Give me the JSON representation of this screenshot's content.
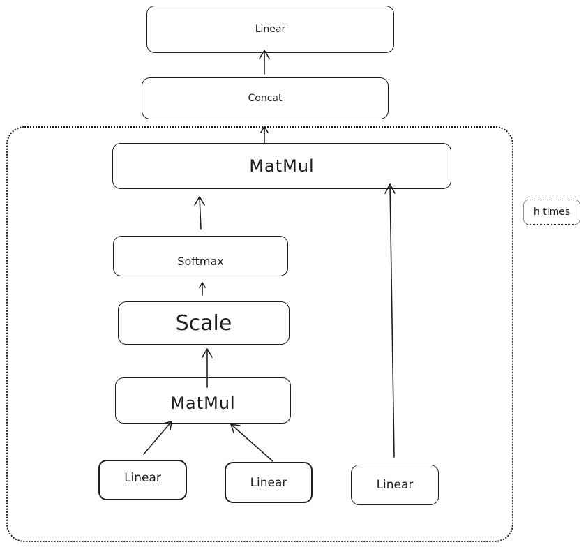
{
  "diagram": {
    "output_linear": {
      "label": "Linear"
    },
    "concat": {
      "label": "Concat"
    },
    "outer_matmul": {
      "label": "MatMul"
    },
    "softmax": {
      "label": "Softmax"
    },
    "scale": {
      "label": "Scale"
    },
    "inner_matmul": {
      "label": "MatMul"
    },
    "linear_q": {
      "label": "Linear"
    },
    "linear_k": {
      "label": "Linear"
    },
    "linear_v": {
      "label": "Linear"
    },
    "repeat_label": "h times"
  }
}
